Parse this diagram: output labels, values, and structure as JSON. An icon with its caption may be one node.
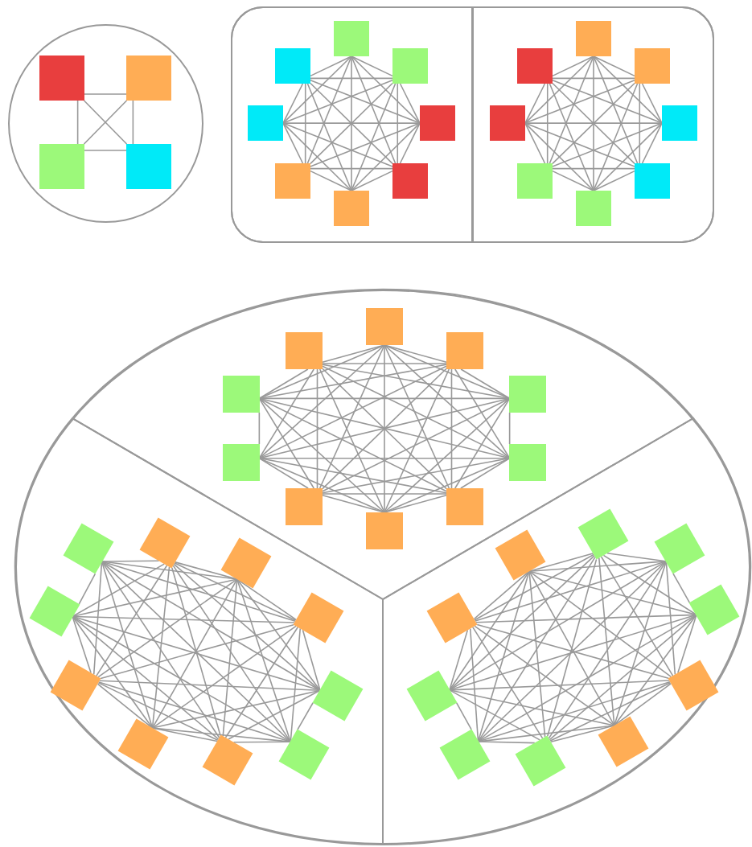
{
  "diagram": {
    "nodes": [
      {
        "text": [],
        "shape": "circle"
      },
      {
        "text": [],
        "shape": "box",
        "in": 0
      },
      {
        "text": [],
        "shape": "box",
        "in": 0
      },
      {
        "text": [],
        "shape": "box",
        "in": 0
      },
      {
        "text": [],
        "shape": "box",
        "in": 0
      },
      {
        "text": [],
        "shape": "box"
      },
      {
        "text": [],
        "shape": "box",
        "in": 5
      },
      {
        "text": [],
        "shape": "box",
        "in": 6
      },
      {
        "text": [],
        "shape": "box",
        "in": 6
      },
      {
        "text": [],
        "shape": "box",
        "in": 6
      },
      {
        "text": [],
        "shape": "box",
        "in": 6
      },
      {
        "text": [],
        "shape": "box",
        "in": 6
      },
      {
        "text": [],
        "shape": "box",
        "in": 6
      },
      {
        "text": [],
        "shape": "box",
        "in": 6
      },
      {
        "text": [],
        "shape": "box",
        "in": 6
      },
      {
        "text": [],
        "shape": "box",
        "in": 5
      },
      {
        "text": [],
        "shape": "box",
        "in": 15
      },
      {
        "text": [],
        "shape": "box",
        "in": 15
      },
      {
        "text": [],
        "shape": "box",
        "in": 15
      },
      {
        "text": [],
        "shape": "box",
        "in": 15
      },
      {
        "text": [],
        "shape": "box",
        "in": 15
      },
      {
        "text": [],
        "shape": "box",
        "in": 15
      },
      {
        "text": [],
        "shape": "box",
        "in": 15
      },
      {
        "text": [],
        "shape": "box",
        "in": 15
      },
      {
        "text": [],
        "shape": "ellipse"
      },
      {
        "text": [],
        "shape": "sector",
        "in": 24
      },
      {
        "text": [],
        "shape": "box",
        "in": 25
      },
      {
        "text": [],
        "shape": "box",
        "in": 25
      },
      {
        "text": [],
        "shape": "box",
        "in": 25
      },
      {
        "text": [],
        "shape": "box",
        "in": 25
      },
      {
        "text": [],
        "shape": "box",
        "in": 25
      },
      {
        "text": [],
        "shape": "box",
        "in": 25
      },
      {
        "text": [],
        "shape": "box",
        "in": 25
      },
      {
        "text": [],
        "shape": "box",
        "in": 25
      },
      {
        "text": [],
        "shape": "box",
        "in": 25
      },
      {
        "text": [],
        "shape": "box",
        "in": 25
      },
      {
        "text": [],
        "shape": "sector",
        "in": 24
      },
      {
        "text": [],
        "shape": "box",
        "in": 36
      },
      {
        "text": [],
        "shape": "box",
        "in": 36
      },
      {
        "text": [],
        "shape": "box",
        "in": 36
      },
      {
        "text": [],
        "shape": "box",
        "in": 36
      },
      {
        "text": [],
        "shape": "box",
        "in": 36
      },
      {
        "text": [],
        "shape": "box",
        "in": 36
      },
      {
        "text": [],
        "shape": "box",
        "in": 36
      },
      {
        "text": [],
        "shape": "box",
        "in": 36
      },
      {
        "text": [],
        "shape": "box",
        "in": 36
      },
      {
        "text": [],
        "shape": "box",
        "in": 36
      },
      {
        "text": [],
        "shape": "sector",
        "in": 24
      },
      {
        "text": [],
        "shape": "box",
        "in": 47
      },
      {
        "text": [],
        "shape": "box",
        "in": 47
      },
      {
        "text": [],
        "shape": "box",
        "in": 47
      },
      {
        "text": [],
        "shape": "box",
        "in": 47
      },
      {
        "text": [],
        "shape": "box",
        "in": 47
      },
      {
        "text": [],
        "shape": "box",
        "in": 47
      },
      {
        "text": [],
        "shape": "box",
        "in": 47
      },
      {
        "text": [],
        "shape": "box",
        "in": 47
      },
      {
        "text": [],
        "shape": "box",
        "in": 47
      },
      {
        "text": [],
        "shape": "box",
        "in": 47
      }
    ],
    "edges": [
      {
        "from": 1,
        "to": 2,
        "arrow": "none"
      },
      {
        "from": 1,
        "to": 3,
        "arrow": "none"
      },
      {
        "from": 1,
        "to": 4,
        "arrow": "none"
      },
      {
        "from": 2,
        "to": 3,
        "arrow": "none"
      },
      {
        "from": 2,
        "to": 4,
        "arrow": "none"
      },
      {
        "from": 3,
        "to": 4,
        "arrow": "none"
      },
      {
        "from": 7,
        "to": 8,
        "arrow": "none"
      },
      {
        "from": 7,
        "to": 9,
        "arrow": "none"
      },
      {
        "from": 7,
        "to": 10,
        "arrow": "none"
      },
      {
        "from": 7,
        "to": 11,
        "arrow": "none"
      },
      {
        "from": 7,
        "to": 12,
        "arrow": "none"
      },
      {
        "from": 7,
        "to": 13,
        "arrow": "none"
      },
      {
        "from": 7,
        "to": 14,
        "arrow": "none"
      },
      {
        "from": 8,
        "to": 9,
        "arrow": "none"
      },
      {
        "from": 8,
        "to": 10,
        "arrow": "none"
      },
      {
        "from": 8,
        "to": 11,
        "arrow": "none"
      },
      {
        "from": 8,
        "to": 12,
        "arrow": "none"
      },
      {
        "from": 8,
        "to": 13,
        "arrow": "none"
      },
      {
        "from": 8,
        "to": 14,
        "arrow": "none"
      },
      {
        "from": 9,
        "to": 10,
        "arrow": "none"
      },
      {
        "from": 9,
        "to": 11,
        "arrow": "none"
      },
      {
        "from": 9,
        "to": 12,
        "arrow": "none"
      },
      {
        "from": 9,
        "to": 13,
        "arrow": "none"
      },
      {
        "from": 9,
        "to": 14,
        "arrow": "none"
      },
      {
        "from": 10,
        "to": 11,
        "arrow": "none"
      },
      {
        "from": 10,
        "to": 12,
        "arrow": "none"
      },
      {
        "from": 10,
        "to": 13,
        "arrow": "none"
      },
      {
        "from": 10,
        "to": 14,
        "arrow": "none"
      },
      {
        "from": 11,
        "to": 12,
        "arrow": "none"
      },
      {
        "from": 11,
        "to": 13,
        "arrow": "none"
      },
      {
        "from": 11,
        "to": 14,
        "arrow": "none"
      },
      {
        "from": 12,
        "to": 13,
        "arrow": "none"
      },
      {
        "from": 12,
        "to": 14,
        "arrow": "none"
      },
      {
        "from": 13,
        "to": 14,
        "arrow": "none"
      },
      {
        "from": 16,
        "to": 17,
        "arrow": "none"
      },
      {
        "from": 16,
        "to": 18,
        "arrow": "none"
      },
      {
        "from": 16,
        "to": 19,
        "arrow": "none"
      },
      {
        "from": 16,
        "to": 20,
        "arrow": "none"
      },
      {
        "from": 16,
        "to": 21,
        "arrow": "none"
      },
      {
        "from": 16,
        "to": 22,
        "arrow": "none"
      },
      {
        "from": 16,
        "to": 23,
        "arrow": "none"
      },
      {
        "from": 17,
        "to": 18,
        "arrow": "none"
      },
      {
        "from": 17,
        "to": 19,
        "arrow": "none"
      },
      {
        "from": 17,
        "to": 20,
        "arrow": "none"
      },
      {
        "from": 17,
        "to": 21,
        "arrow": "none"
      },
      {
        "from": 17,
        "to": 22,
        "arrow": "none"
      },
      {
        "from": 17,
        "to": 23,
        "arrow": "none"
      },
      {
        "from": 18,
        "to": 19,
        "arrow": "none"
      },
      {
        "from": 18,
        "to": 20,
        "arrow": "none"
      },
      {
        "from": 18,
        "to": 21,
        "arrow": "none"
      },
      {
        "from": 18,
        "to": 22,
        "arrow": "none"
      },
      {
        "from": 18,
        "to": 23,
        "arrow": "none"
      },
      {
        "from": 19,
        "to": 20,
        "arrow": "none"
      },
      {
        "from": 19,
        "to": 21,
        "arrow": "none"
      },
      {
        "from": 19,
        "to": 22,
        "arrow": "none"
      },
      {
        "from": 19,
        "to": 23,
        "arrow": "none"
      },
      {
        "from": 20,
        "to": 21,
        "arrow": "none"
      },
      {
        "from": 20,
        "to": 22,
        "arrow": "none"
      },
      {
        "from": 20,
        "to": 23,
        "arrow": "none"
      },
      {
        "from": 21,
        "to": 22,
        "arrow": "none"
      },
      {
        "from": 21,
        "to": 23,
        "arrow": "none"
      },
      {
        "from": 22,
        "to": 23,
        "arrow": "none"
      },
      {
        "from": 26,
        "to": 27,
        "arrow": "none"
      },
      {
        "from": 26,
        "to": 28,
        "arrow": "none"
      },
      {
        "from": 26,
        "to": 29,
        "arrow": "none"
      },
      {
        "from": 26,
        "to": 30,
        "arrow": "none"
      },
      {
        "from": 26,
        "to": 31,
        "arrow": "none"
      },
      {
        "from": 26,
        "to": 32,
        "arrow": "none"
      },
      {
        "from": 26,
        "to": 33,
        "arrow": "none"
      },
      {
        "from": 26,
        "to": 34,
        "arrow": "none"
      },
      {
        "from": 26,
        "to": 35,
        "arrow": "none"
      },
      {
        "from": 27,
        "to": 28,
        "arrow": "none"
      },
      {
        "from": 27,
        "to": 29,
        "arrow": "none"
      },
      {
        "from": 27,
        "to": 30,
        "arrow": "none"
      },
      {
        "from": 27,
        "to": 31,
        "arrow": "none"
      },
      {
        "from": 27,
        "to": 32,
        "arrow": "none"
      },
      {
        "from": 27,
        "to": 33,
        "arrow": "none"
      },
      {
        "from": 27,
        "to": 34,
        "arrow": "none"
      },
      {
        "from": 27,
        "to": 35,
        "arrow": "none"
      },
      {
        "from": 28,
        "to": 29,
        "arrow": "none"
      },
      {
        "from": 28,
        "to": 30,
        "arrow": "none"
      },
      {
        "from": 28,
        "to": 31,
        "arrow": "none"
      },
      {
        "from": 28,
        "to": 32,
        "arrow": "none"
      },
      {
        "from": 28,
        "to": 33,
        "arrow": "none"
      },
      {
        "from": 28,
        "to": 34,
        "arrow": "none"
      },
      {
        "from": 28,
        "to": 35,
        "arrow": "none"
      },
      {
        "from": 29,
        "to": 30,
        "arrow": "none"
      },
      {
        "from": 29,
        "to": 31,
        "arrow": "none"
      },
      {
        "from": 29,
        "to": 32,
        "arrow": "none"
      },
      {
        "from": 29,
        "to": 33,
        "arrow": "none"
      },
      {
        "from": 29,
        "to": 34,
        "arrow": "none"
      },
      {
        "from": 29,
        "to": 35,
        "arrow": "none"
      },
      {
        "from": 30,
        "to": 31,
        "arrow": "none"
      },
      {
        "from": 30,
        "to": 32,
        "arrow": "none"
      },
      {
        "from": 30,
        "to": 33,
        "arrow": "none"
      },
      {
        "from": 30,
        "to": 34,
        "arrow": "none"
      },
      {
        "from": 30,
        "to": 35,
        "arrow": "none"
      },
      {
        "from": 31,
        "to": 32,
        "arrow": "none"
      },
      {
        "from": 31,
        "to": 33,
        "arrow": "none"
      },
      {
        "from": 31,
        "to": 34,
        "arrow": "none"
      },
      {
        "from": 31,
        "to": 35,
        "arrow": "none"
      },
      {
        "from": 32,
        "to": 33,
        "arrow": "none"
      },
      {
        "from": 32,
        "to": 34,
        "arrow": "none"
      },
      {
        "from": 32,
        "to": 35,
        "arrow": "none"
      },
      {
        "from": 33,
        "to": 34,
        "arrow": "none"
      },
      {
        "from": 33,
        "to": 35,
        "arrow": "none"
      },
      {
        "from": 34,
        "to": 35,
        "arrow": "none"
      },
      {
        "from": 37,
        "to": 38,
        "arrow": "none"
      },
      {
        "from": 37,
        "to": 39,
        "arrow": "none"
      },
      {
        "from": 37,
        "to": 40,
        "arrow": "none"
      },
      {
        "from": 37,
        "to": 41,
        "arrow": "none"
      },
      {
        "from": 37,
        "to": 42,
        "arrow": "none"
      },
      {
        "from": 37,
        "to": 43,
        "arrow": "none"
      },
      {
        "from": 37,
        "to": 44,
        "arrow": "none"
      },
      {
        "from": 37,
        "to": 45,
        "arrow": "none"
      },
      {
        "from": 37,
        "to": 46,
        "arrow": "none"
      },
      {
        "from": 38,
        "to": 39,
        "arrow": "none"
      },
      {
        "from": 38,
        "to": 40,
        "arrow": "none"
      },
      {
        "from": 38,
        "to": 41,
        "arrow": "none"
      },
      {
        "from": 38,
        "to": 42,
        "arrow": "none"
      },
      {
        "from": 38,
        "to": 43,
        "arrow": "none"
      },
      {
        "from": 38,
        "to": 44,
        "arrow": "none"
      },
      {
        "from": 38,
        "to": 45,
        "arrow": "none"
      },
      {
        "from": 38,
        "to": 46,
        "arrow": "none"
      },
      {
        "from": 39,
        "to": 40,
        "arrow": "none"
      },
      {
        "from": 39,
        "to": 41,
        "arrow": "none"
      },
      {
        "from": 39,
        "to": 42,
        "arrow": "none"
      },
      {
        "from": 39,
        "to": 43,
        "arrow": "none"
      },
      {
        "from": 39,
        "to": 44,
        "arrow": "none"
      },
      {
        "from": 39,
        "to": 45,
        "arrow": "none"
      },
      {
        "from": 39,
        "to": 46,
        "arrow": "none"
      },
      {
        "from": 40,
        "to": 41,
        "arrow": "none"
      },
      {
        "from": 40,
        "to": 42,
        "arrow": "none"
      },
      {
        "from": 40,
        "to": 43,
        "arrow": "none"
      },
      {
        "from": 40,
        "to": 44,
        "arrow": "none"
      },
      {
        "from": 40,
        "to": 45,
        "arrow": "none"
      },
      {
        "from": 40,
        "to": 46,
        "arrow": "none"
      },
      {
        "from": 41,
        "to": 42,
        "arrow": "none"
      },
      {
        "from": 41,
        "to": 43,
        "arrow": "none"
      },
      {
        "from": 41,
        "to": 44,
        "arrow": "none"
      },
      {
        "from": 41,
        "to": 45,
        "arrow": "none"
      },
      {
        "from": 41,
        "to": 46,
        "arrow": "none"
      },
      {
        "from": 42,
        "to": 43,
        "arrow": "none"
      },
      {
        "from": 42,
        "to": 44,
        "arrow": "none"
      },
      {
        "from": 42,
        "to": 45,
        "arrow": "none"
      },
      {
        "from": 42,
        "to": 46,
        "arrow": "none"
      },
      {
        "from": 43,
        "to": 44,
        "arrow": "none"
      },
      {
        "from": 43,
        "to": 45,
        "arrow": "none"
      },
      {
        "from": 43,
        "to": 46,
        "arrow": "none"
      },
      {
        "from": 44,
        "to": 45,
        "arrow": "none"
      },
      {
        "from": 44,
        "to": 46,
        "arrow": "none"
      },
      {
        "from": 45,
        "to": 46,
        "arrow": "none"
      },
      {
        "from": 48,
        "to": 49,
        "arrow": "none"
      },
      {
        "from": 48,
        "to": 50,
        "arrow": "none"
      },
      {
        "from": 48,
        "to": 51,
        "arrow": "none"
      },
      {
        "from": 48,
        "to": 52,
        "arrow": "none"
      },
      {
        "from": 48,
        "to": 53,
        "arrow": "none"
      },
      {
        "from": 48,
        "to": 54,
        "arrow": "none"
      },
      {
        "from": 48,
        "to": 55,
        "arrow": "none"
      },
      {
        "from": 48,
        "to": 56,
        "arrow": "none"
      },
      {
        "from": 48,
        "to": 57,
        "arrow": "none"
      },
      {
        "from": 49,
        "to": 50,
        "arrow": "none"
      },
      {
        "from": 49,
        "to": 51,
        "arrow": "none"
      },
      {
        "from": 49,
        "to": 52,
        "arrow": "none"
      },
      {
        "from": 49,
        "to": 53,
        "arrow": "none"
      },
      {
        "from": 49,
        "to": 54,
        "arrow": "none"
      },
      {
        "from": 49,
        "to": 55,
        "arrow": "none"
      },
      {
        "from": 49,
        "to": 56,
        "arrow": "none"
      },
      {
        "from": 49,
        "to": 57,
        "arrow": "none"
      },
      {
        "from": 50,
        "to": 51,
        "arrow": "none"
      },
      {
        "from": 50,
        "to": 52,
        "arrow": "none"
      },
      {
        "from": 50,
        "to": 53,
        "arrow": "none"
      },
      {
        "from": 50,
        "to": 54,
        "arrow": "none"
      },
      {
        "from": 50,
        "to": 55,
        "arrow": "none"
      },
      {
        "from": 50,
        "to": 56,
        "arrow": "none"
      },
      {
        "from": 50,
        "to": 57,
        "arrow": "none"
      },
      {
        "from": 51,
        "to": 52,
        "arrow": "none"
      },
      {
        "from": 51,
        "to": 53,
        "arrow": "none"
      },
      {
        "from": 51,
        "to": 54,
        "arrow": "none"
      },
      {
        "from": 51,
        "to": 55,
        "arrow": "none"
      },
      {
        "from": 51,
        "to": 56,
        "arrow": "none"
      },
      {
        "from": 51,
        "to": 57,
        "arrow": "none"
      },
      {
        "from": 52,
        "to": 53,
        "arrow": "none"
      },
      {
        "from": 52,
        "to": 54,
        "arrow": "none"
      },
      {
        "from": 52,
        "to": 55,
        "arrow": "none"
      },
      {
        "from": 52,
        "to": 56,
        "arrow": "none"
      },
      {
        "from": 52,
        "to": 57,
        "arrow": "none"
      },
      {
        "from": 53,
        "to": 54,
        "arrow": "none"
      },
      {
        "from": 53,
        "to": 55,
        "arrow": "none"
      },
      {
        "from": 53,
        "to": 56,
        "arrow": "none"
      },
      {
        "from": 53,
        "to": 57,
        "arrow": "none"
      },
      {
        "from": 54,
        "to": 55,
        "arrow": "none"
      },
      {
        "from": 54,
        "to": 56,
        "arrow": "none"
      },
      {
        "from": 54,
        "to": 57,
        "arrow": "none"
      },
      {
        "from": 55,
        "to": 56,
        "arrow": "none"
      },
      {
        "from": 55,
        "to": 57,
        "arrow": "none"
      },
      {
        "from": 56,
        "to": 57,
        "arrow": "none"
      }
    ]
  }
}
